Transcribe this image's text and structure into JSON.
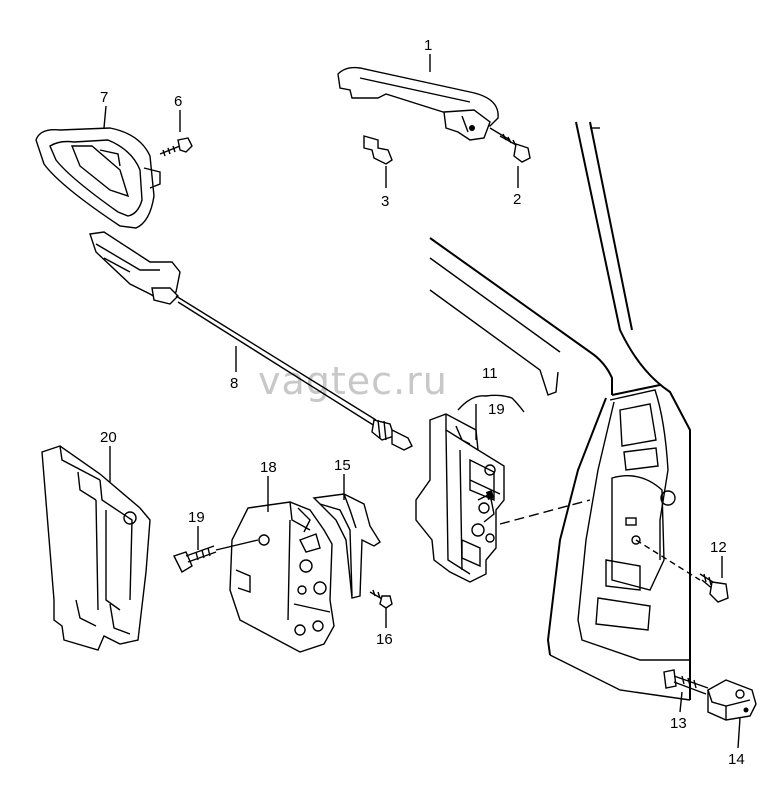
{
  "watermark": "vagtec.ru",
  "labels": {
    "p1": "1",
    "p2": "2",
    "p3": "3",
    "p6": "6",
    "p7": "7",
    "p8": "8",
    "p11": "11",
    "p19a": "19",
    "p19b": "19",
    "p20": "20",
    "p18": "18",
    "p15": "15",
    "p16": "16",
    "p12": "12",
    "p13": "13",
    "p14": "14"
  }
}
